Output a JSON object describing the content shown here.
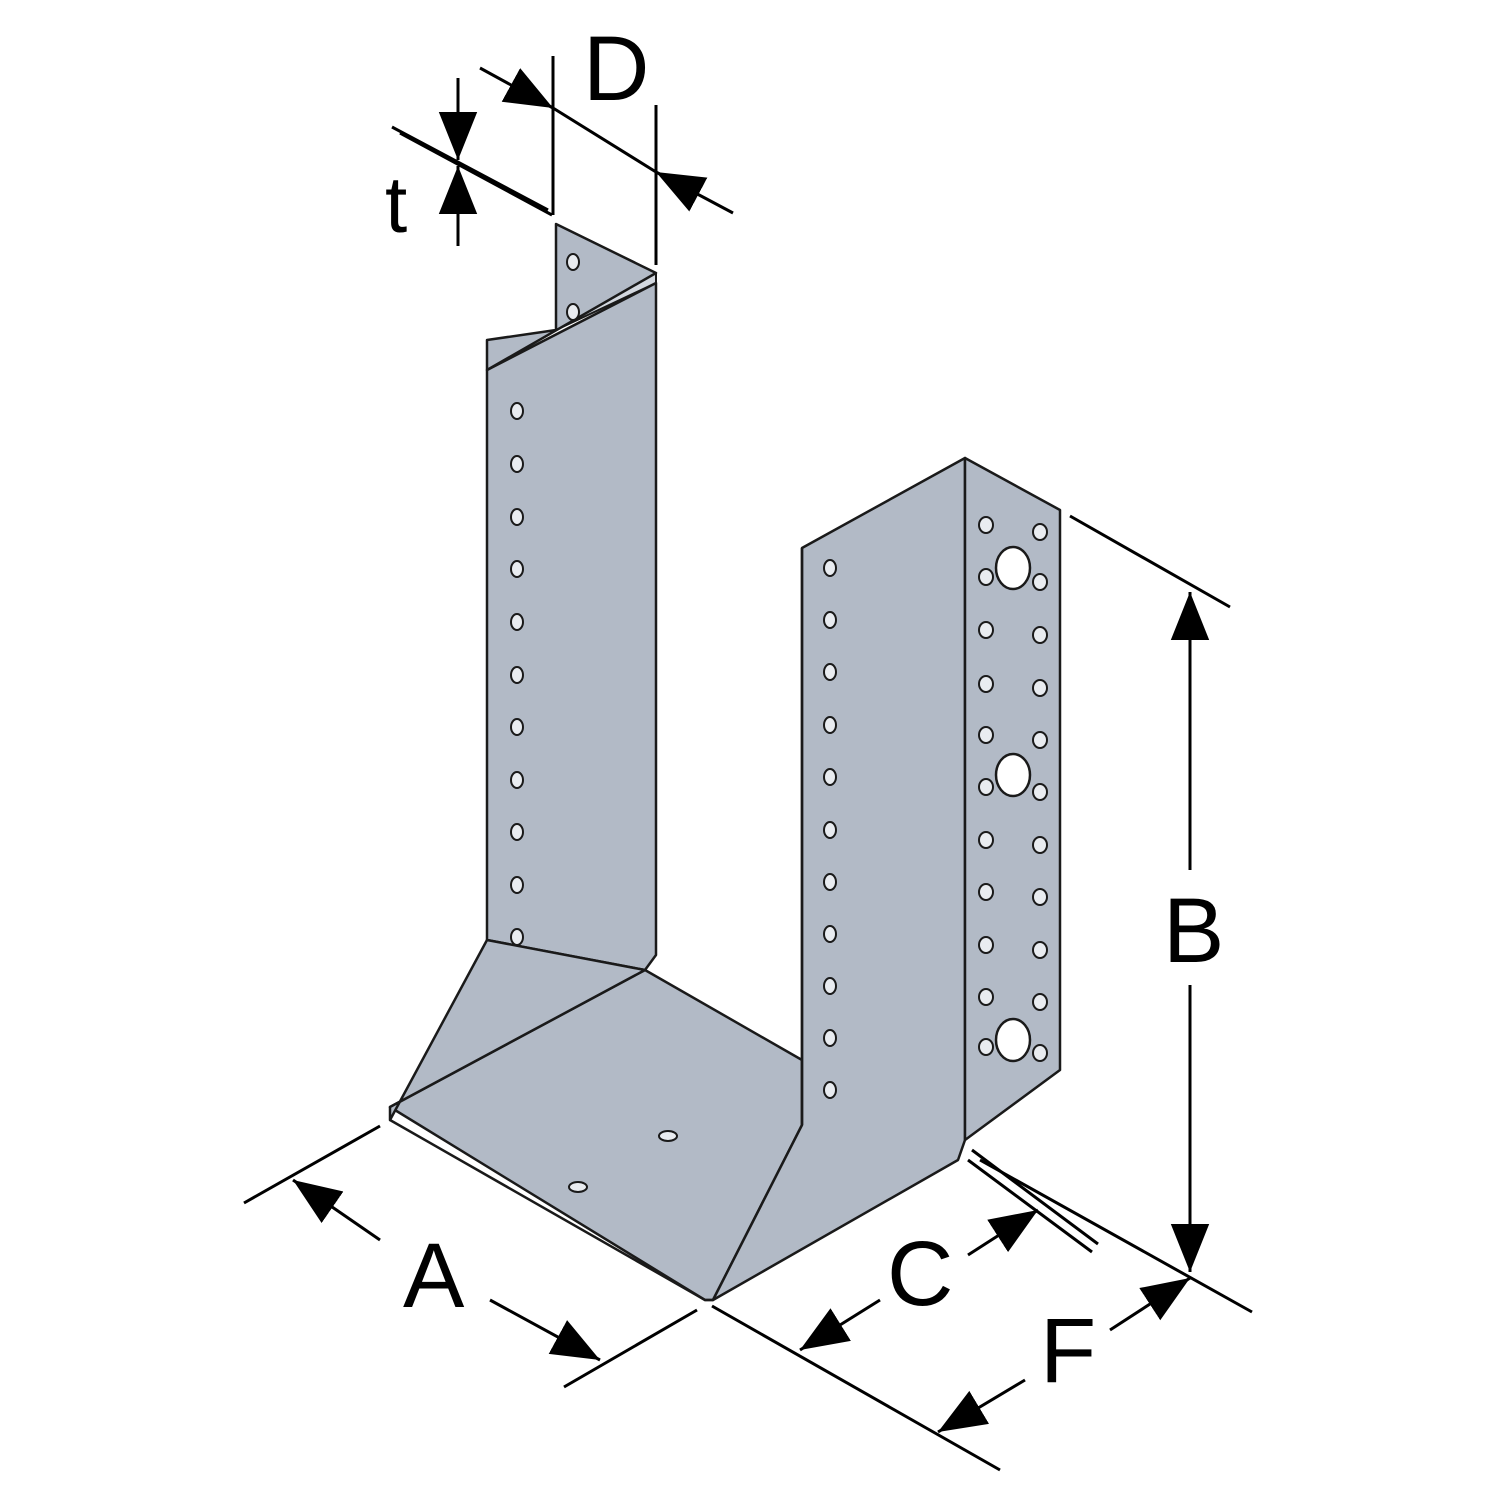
{
  "labels": {
    "A": "A",
    "B": "B",
    "C": "C",
    "D": "D",
    "F": "F",
    "t": "t"
  },
  "colors": {
    "steel": "#b2bac6",
    "line": "#000000",
    "background": "#ffffff"
  }
}
